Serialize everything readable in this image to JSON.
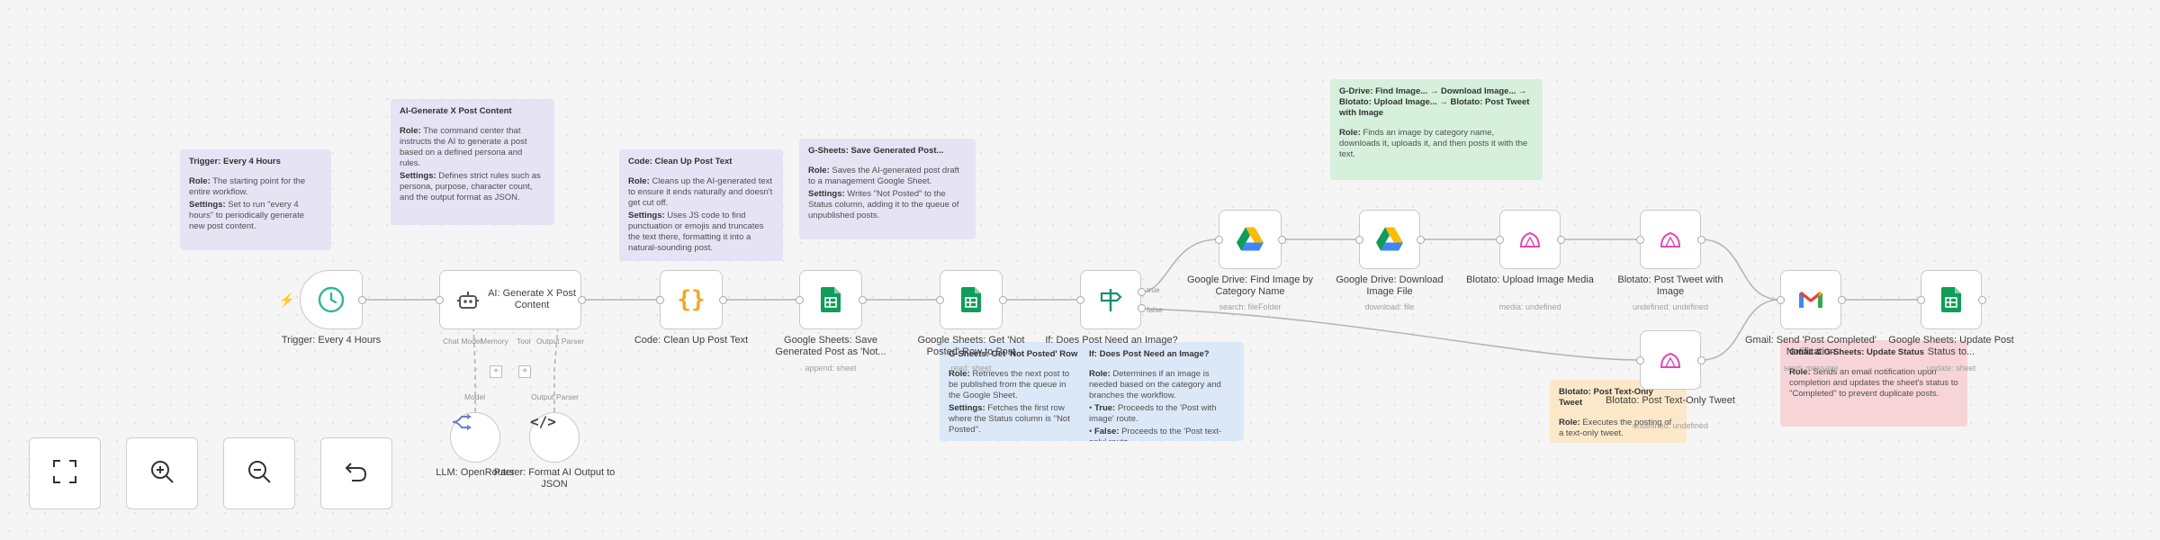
{
  "notes": {
    "trigger": {
      "title": "Trigger: Every 4 Hours",
      "role_label": "Role:",
      "role": "The starting point for the entire workflow.",
      "settings_label": "Settings:",
      "settings": "Set to run \"every 4 hours\" to periodically generate new post content."
    },
    "ai": {
      "title": "AI-Generate X Post Content",
      "role_label": "Role:",
      "role": "The command center that instructs the AI to generate a post based on a defined persona and rules.",
      "settings_label": "Settings:",
      "settings": "Defines strict rules such as persona, purpose, character count, and the output format as JSON."
    },
    "code": {
      "title": "Code: Clean Up Post Text",
      "role_label": "Role:",
      "role": "Cleans up the AI-generated text to ensure it ends naturally and doesn't get cut off.",
      "settings_label": "Settings:",
      "settings": "Uses JS code to find punctuation or emojis and truncates the text there, formatting it into a natural-sounding post."
    },
    "save": {
      "title": "G-Sheets: Save Generated Post...",
      "role_label": "Role:",
      "role": "Saves the AI-generated post draft to a management Google Sheet.",
      "settings_label": "Settings:",
      "settings": "Writes \"Not Posted\" to the Status column, adding it to the queue of unpublished posts."
    },
    "gdrive": {
      "title": "G-Drive: Find Image... → Download Image... → Blotato: Upload Image... → Blotato: Post Tweet with Image",
      "role_label": "Role:",
      "role": "Finds an image by category name, downloads it, uploads it, and then posts it with the text."
    },
    "get": {
      "title": "G-Sheets: Get 'Not Posted' Row",
      "role_label": "Role:",
      "role": "Retrieves the next post to be published from the queue in the Google Sheet.",
      "settings_label": "Settings:",
      "settings": "Fetches the first row where the Status column is \"Not Posted\"."
    },
    "if": {
      "title": "If: Does Post Need an Image?",
      "role_label": "Role:",
      "role": "Determines if an image is needed based on the category and branches the workflow.",
      "true_label": "True:",
      "true_text": "Proceeds to the 'Post with image' route.",
      "false_label": "False:",
      "false_text": "Proceeds to the 'Post text-only' route."
    },
    "textonly": {
      "title": "Blotato: Post Text-Only Tweet",
      "role_label": "Role:",
      "role": "Executes the posting of a text-only tweet."
    },
    "gmail": {
      "title": "Gmail & G-Sheets: Update Status",
      "role_label": "Role:",
      "role": "Sends an email notification upon completion and updates the sheet's status to \"Completed\" to prevent duplicate posts."
    }
  },
  "nodes": {
    "trigger": {
      "label": "Trigger: Every 4 Hours",
      "icon": "clock-icon"
    },
    "ai": {
      "label": "AI: Generate X Post Content",
      "icon": "robot-icon",
      "port1": "Chat Model",
      "port2": "Memory",
      "port3": "Tool",
      "port4": "Output Parser"
    },
    "code": {
      "label": "Code: Clean Up Post Text",
      "icon": "code-braces-icon"
    },
    "save": {
      "label": "Google Sheets: Save Generated Post as 'Not...",
      "sub": "append: sheet",
      "icon": "google-sheets-icon"
    },
    "get": {
      "label": "Google Sheets: Get 'Not Posted' Row to Post",
      "sub": "read: sheet",
      "icon": "google-sheets-icon"
    },
    "if": {
      "label": "If: Does Post Need an Image?",
      "icon": "signpost-icon",
      "true": "true",
      "false": "false"
    },
    "gfind": {
      "label": "Google Drive: Find Image by Category Name",
      "sub": "search: fileFolder",
      "icon": "google-drive-icon"
    },
    "gdl": {
      "label": "Google Drive: Download Image File",
      "sub": "download: file",
      "icon": "google-drive-icon"
    },
    "upload": {
      "label": "Blotato: Upload Image Media",
      "sub": "media: undefined",
      "icon": "blotato-icon"
    },
    "tweetimg": {
      "label": "Blotato: Post Tweet with Image",
      "sub": "undefined: undefined",
      "icon": "blotato-icon"
    },
    "tweettext": {
      "label": "Blotato: Post Text-Only Tweet",
      "sub": "undefined: undefined",
      "icon": "blotato-icon"
    },
    "gmail": {
      "label": "Gmail: Send 'Post Completed' Notification",
      "sub": "send: message",
      "icon": "gmail-icon"
    },
    "update": {
      "label": "Google Sheets: Update Post Status to...",
      "sub": "update: sheet",
      "icon": "google-sheets-icon"
    },
    "llm": {
      "label": "LLM: OpenRouter",
      "port": "Model",
      "icon": "openrouter-icon"
    },
    "parser": {
      "label": "Parser: Format AI Output to JSON",
      "port": "Output Parser",
      "icon": "code-tags-icon"
    }
  },
  "controls": [
    {
      "name": "fit-view-button",
      "icon": "fullscreen-icon"
    },
    {
      "name": "zoom-in-button",
      "icon": "zoom-in-icon"
    },
    {
      "name": "zoom-out-button",
      "icon": "zoom-out-icon"
    },
    {
      "name": "reset-zoom-button",
      "icon": "undo-icon"
    }
  ],
  "colors": {
    "sheets_green": "#0f9d58",
    "trigger_teal": "#2fb79a",
    "code_orange": "#f5a623",
    "blotato_pink": "#e04ab3",
    "gmail_red": "#ea4335"
  }
}
